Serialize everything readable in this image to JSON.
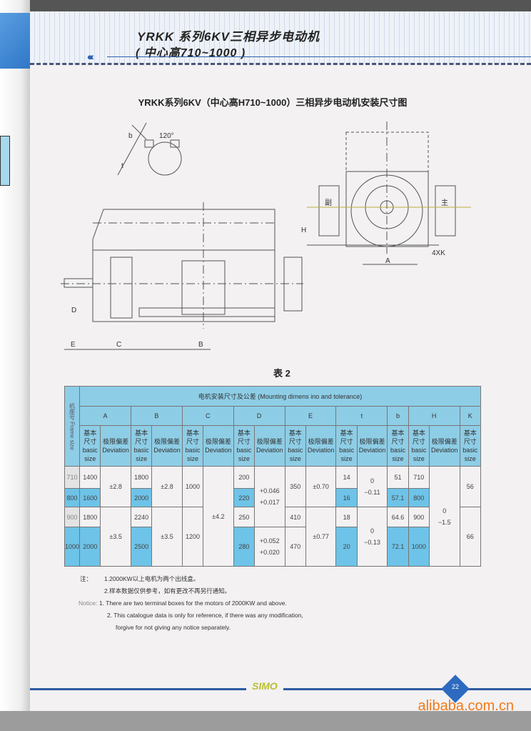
{
  "header": {
    "line1": "YRKK 系列6KV三相异步电动机",
    "line2": "( 中心高710~1000 )",
    "chevrons": "‹‹‹‹"
  },
  "title": "YRKK系列6KV（中心高H710~1000）三相异步电动机安装尺寸图",
  "drawing": {
    "angle": "120°",
    "b": "b",
    "t": "t",
    "D": "D",
    "E": "E",
    "C": "C",
    "B": "B",
    "H": "H",
    "A": "A",
    "holes": "4XK",
    "aux": "副",
    "main": "主"
  },
  "table_caption": "表 2",
  "table": {
    "group_header": "电机安装尺寸及公差 (Mounting dimens ino and tolerance)",
    "frame_header": "机座号 Frame size",
    "dims": [
      "A",
      "B",
      "C",
      "D",
      "E",
      "t",
      "b",
      "H",
      "K"
    ],
    "basic": "基本尺寸 basic size",
    "dev": "极限偏差 Deviation",
    "rows": [
      {
        "frame": "710",
        "A": "1400",
        "Adev": "±2.8",
        "B": "1800",
        "Bdev": "±2.8",
        "C": "1000",
        "Cdev": "±4.2",
        "D": "200",
        "Ddev1": "+0.046",
        "Ddev2": "+0.017",
        "E": "350",
        "Edev": "±0.70",
        "t": "14",
        "tdev1": "0",
        "tdev2": "−0.11",
        "b": "51",
        "H": "710",
        "Hdev1": "0",
        "Hdev2": "−1.5",
        "K": "56"
      },
      {
        "frame": "800",
        "A": "1600",
        "B": "2000",
        "D": "220",
        "t": "16",
        "b": "57.1",
        "H": "800"
      },
      {
        "frame": "900",
        "A": "1800",
        "Adev": "±3.5",
        "B": "2240",
        "Bdev": "±3.5",
        "C": "1200",
        "D": "250",
        "E": "410",
        "Edev": "±0.77",
        "t": "18",
        "tdev1": "0",
        "tdev2": "−0.13",
        "b": "64.6",
        "H": "900",
        "K": "66"
      },
      {
        "frame": "1000",
        "A": "2000",
        "B": "2500",
        "D": "280",
        "Ddev1": "+0.052",
        "Ddev2": "+0.020",
        "E": "470",
        "t": "20",
        "b": "72.1",
        "H": "1000"
      }
    ]
  },
  "notes": {
    "zh_label": "注：",
    "zh1": "1.2000KW以上电机为两个出线盒。",
    "zh2": "2.样本数据仅供参考，如有更改不再另行通知。",
    "en_label": "Notice:",
    "en1": "1. There are two terminal boxes for the motors of 2000KW and above.",
    "en2": "2. This catalogue data is only for reference, if there was any modification,",
    "en3": "forgive for not giving any notice separately."
  },
  "footer": {
    "logo": "SIMO",
    "page": "22",
    "watermark": "alibaba.com.cn"
  },
  "colors": {
    "header_blue": "#8ecde6",
    "cell_blue": "#6ec3e8",
    "accent": "#2d5aa0"
  }
}
